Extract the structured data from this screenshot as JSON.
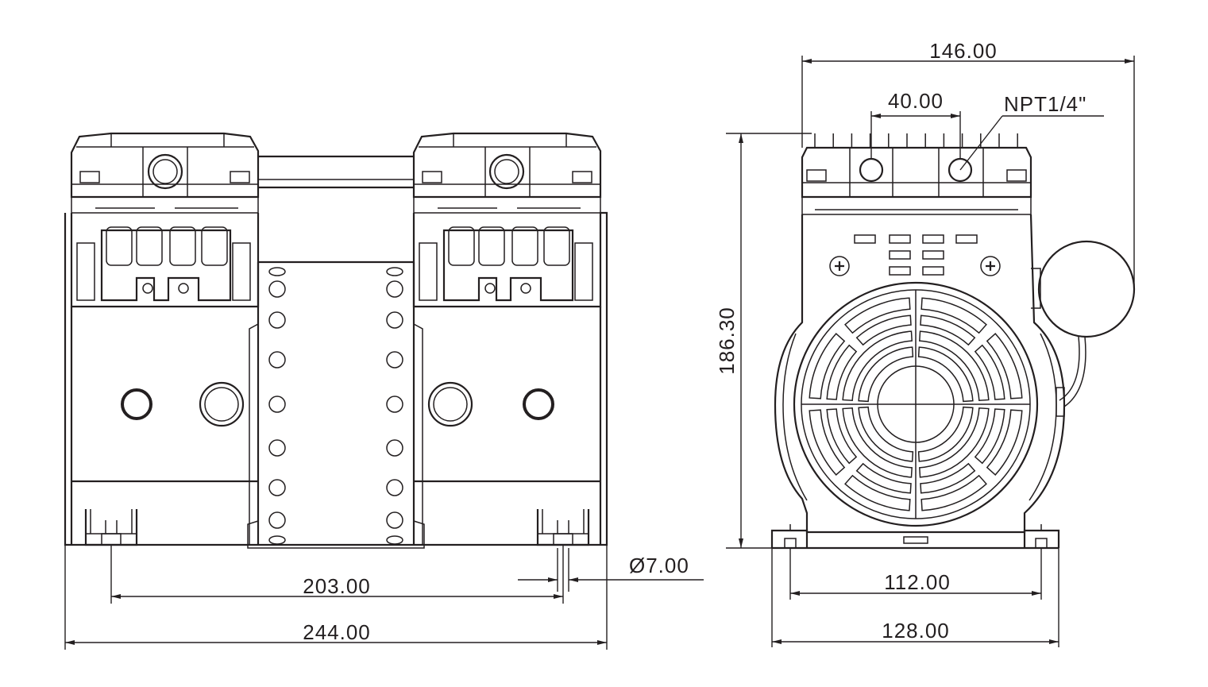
{
  "colors": {
    "line": "#231f20",
    "background": "#ffffff"
  },
  "dimensions": {
    "front_base_pitch": "203.00",
    "front_overall_length": "244.00",
    "foot_hole_diameter": "Ø7.00",
    "side_overall_width": "146.00",
    "port_spacing": "40.00",
    "port_thread": "NPT1/4\"",
    "side_height": "186.30",
    "side_foot_pitch": "112.00",
    "side_base_width": "128.00"
  }
}
